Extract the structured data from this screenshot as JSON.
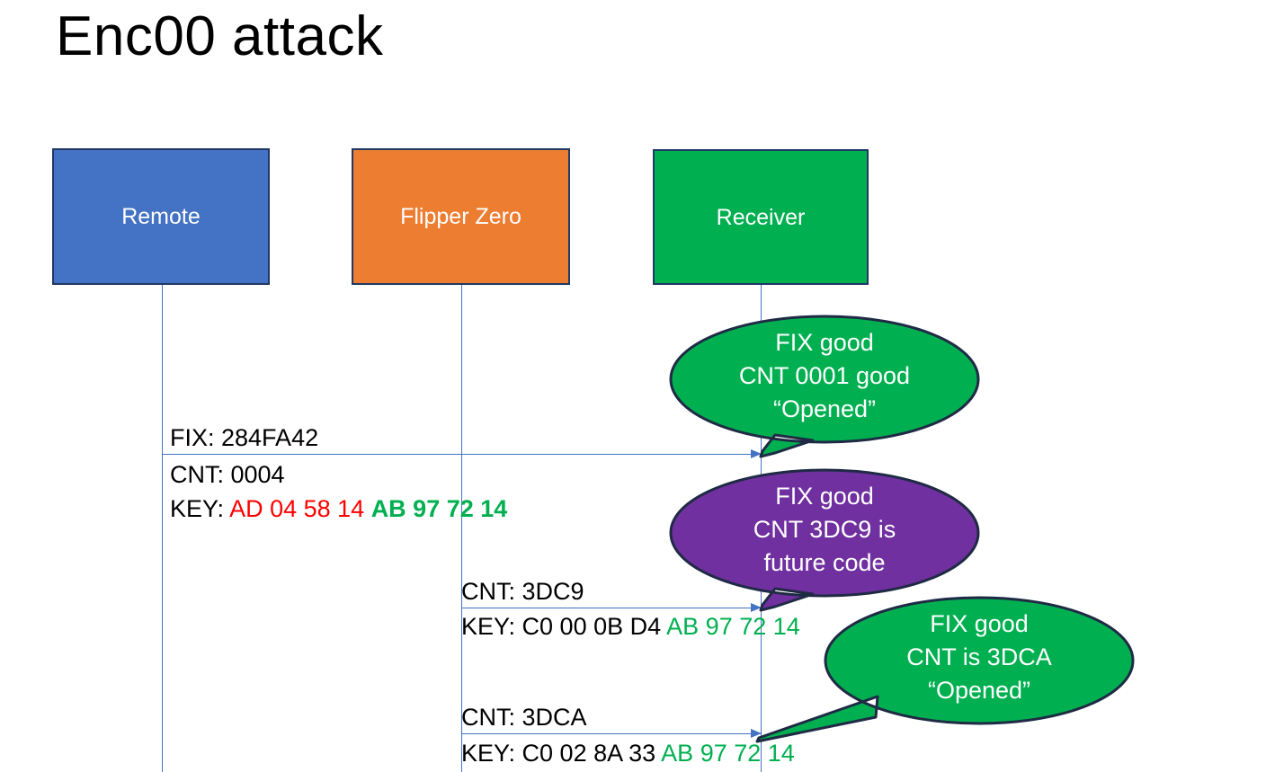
{
  "slide": {
    "title": "Enc00 attack"
  },
  "actors": [
    {
      "id": "remote",
      "label": "Remote",
      "color": "#4472C4"
    },
    {
      "id": "flipper",
      "label": "Flipper Zero",
      "color": "#ED7D31"
    },
    {
      "id": "receiver",
      "label": "Receiver",
      "color": "#00B050"
    }
  ],
  "messages": [
    {
      "id": "fix",
      "from": "remote",
      "to": "receiver",
      "text": "FIX: 284FA42"
    },
    {
      "id": "cnt1",
      "from": "remote",
      "to": "receiver",
      "text": "CNT: 0004"
    },
    {
      "id": "key1",
      "from": "remote",
      "to": "receiver",
      "label": "KEY: ",
      "segments": [
        {
          "text": "AD 04 58 14 ",
          "color": "#FF0000",
          "bold": false
        },
        {
          "text": "AB 97 72 14",
          "color": "#00B050",
          "bold": true
        }
      ]
    },
    {
      "id": "cnt2",
      "from": "flipper",
      "to": "receiver",
      "text": "CNT: 3DC9"
    },
    {
      "id": "key2",
      "from": "flipper",
      "to": "receiver",
      "label": "KEY: C0 00 0B D4 ",
      "segments": [
        {
          "text": "AB 97 72 14",
          "color": "#00B050",
          "bold": false
        }
      ]
    },
    {
      "id": "cnt3",
      "from": "flipper",
      "to": "receiver",
      "text": "CNT: 3DCA"
    },
    {
      "id": "key3",
      "from": "flipper",
      "to": "receiver",
      "label": "KEY: C0 02 8A 33 ",
      "segments": [
        {
          "text": "AB 97 72 14",
          "color": "#00B050",
          "bold": false
        }
      ]
    }
  ],
  "callouts": [
    {
      "id": "callout-1",
      "color": "#00B050",
      "border": "#1F2A44",
      "lines": [
        "FIX good",
        "CNT 0001 good",
        "“Opened”"
      ]
    },
    {
      "id": "callout-2",
      "color": "#7030A0",
      "border": "#1F2A44",
      "lines": [
        "FIX good",
        "CNT 3DC9 is",
        "future code"
      ]
    },
    {
      "id": "callout-3",
      "color": "#00B050",
      "border": "#1F2A44",
      "lines": [
        "FIX good",
        "CNT is 3DCA",
        "“Opened”"
      ]
    }
  ],
  "colors": {
    "lifeline": "#4472C4",
    "box_border": "#1F3864",
    "key_red": "#FF0000",
    "key_green": "#00B050",
    "purple": "#7030A0",
    "green": "#00B050",
    "orange": "#ED7D31",
    "blue": "#4472C4"
  }
}
